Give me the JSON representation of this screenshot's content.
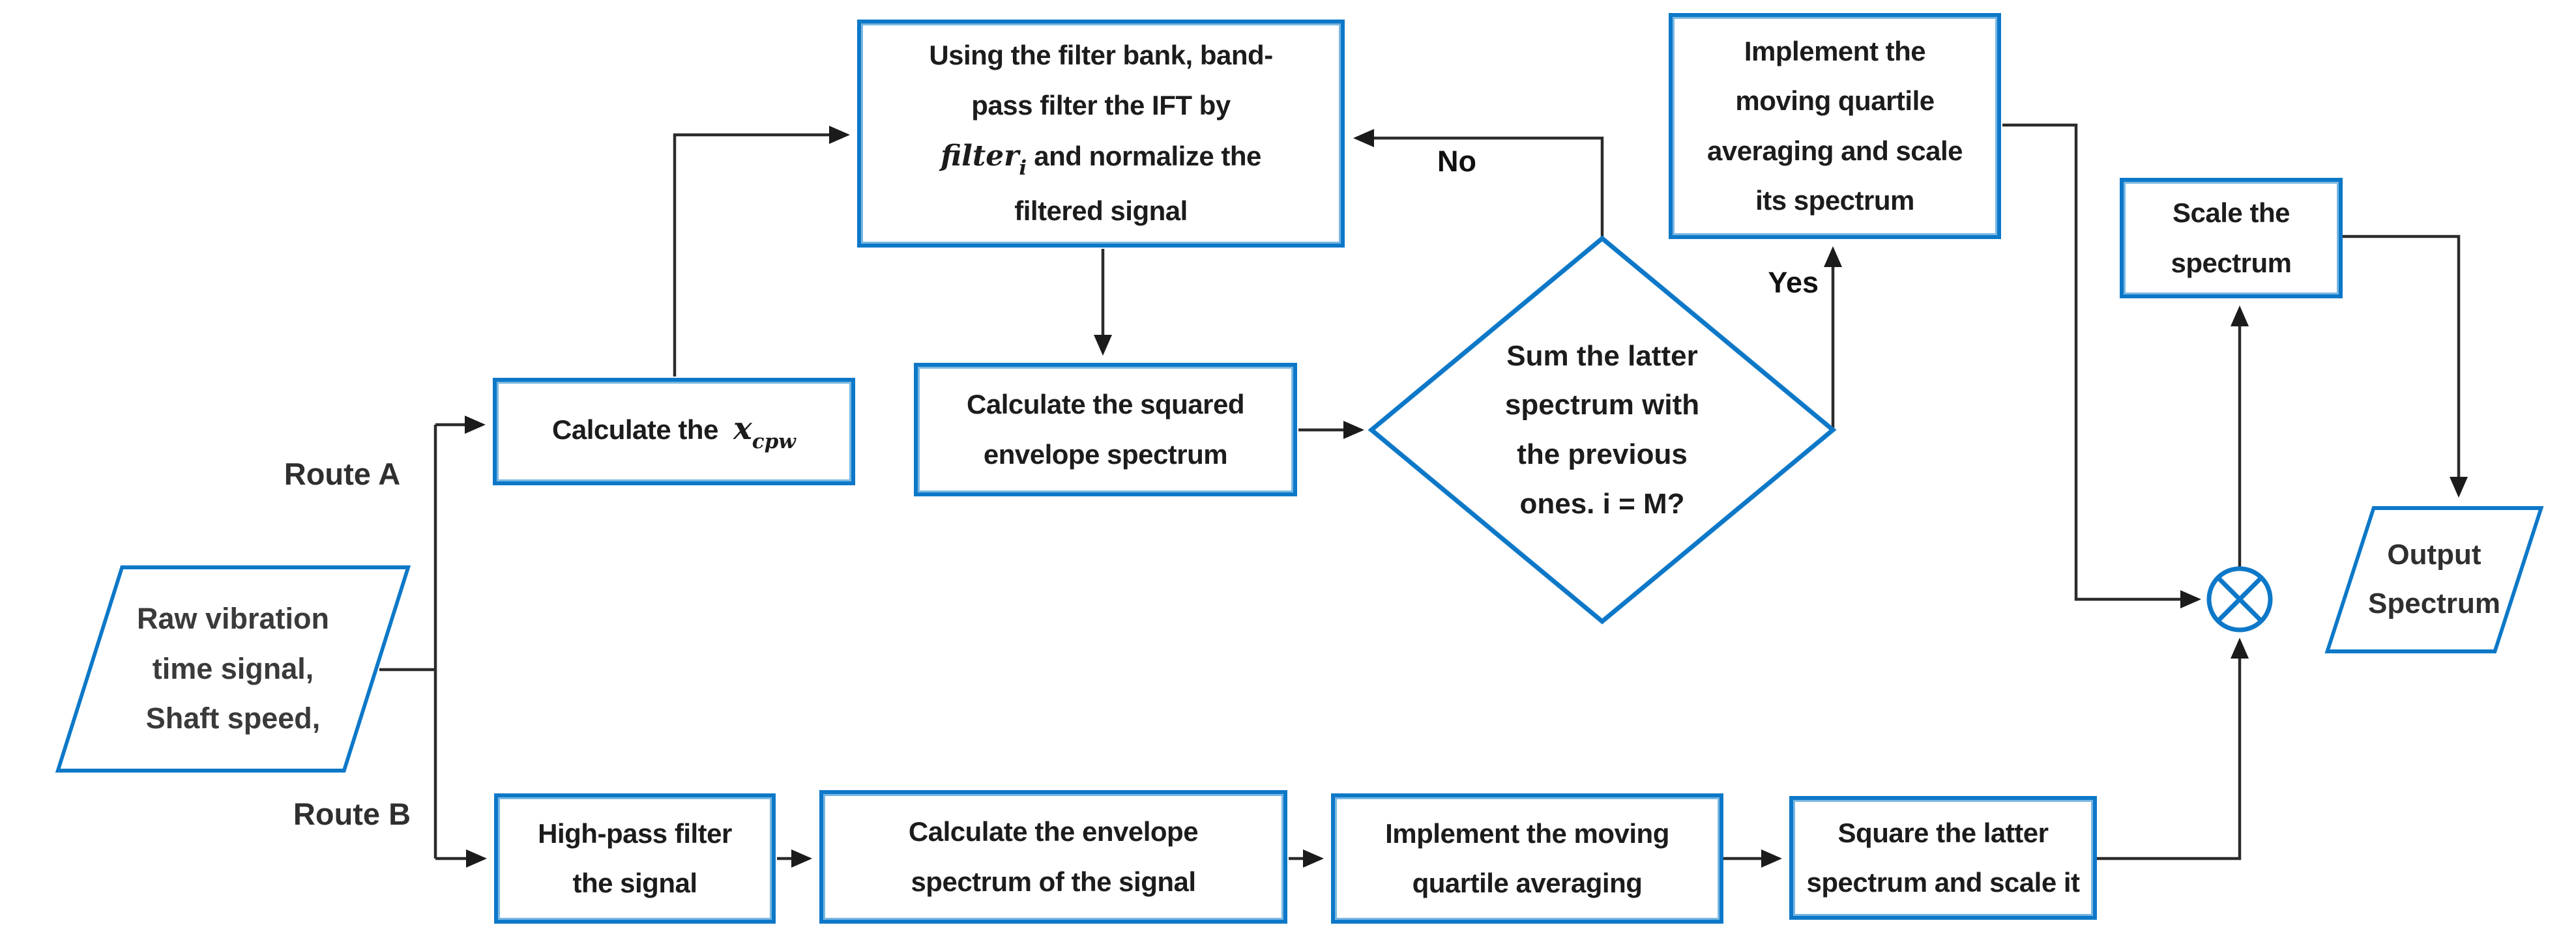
{
  "colors": {
    "accent_blue": "#0d78c8",
    "accent_blue_light": "#79b7e2",
    "connector_black": "#262626",
    "text_dark": "#1c1c1c"
  },
  "flowchart": {
    "input_node": {
      "line1": "Raw vibration",
      "line2": "time signal,",
      "line3": "Shaft speed,"
    },
    "route_a_label": "Route A",
    "route_b_label": "Route B",
    "calc_xcpw_box": {
      "prefix": "Calculate the",
      "var": "x",
      "sub": "cpw"
    },
    "filter_bank_box": {
      "line1": "Using the filter bank, band-",
      "line2": "pass filter the IFT by",
      "var": "filter",
      "sub": "i",
      "line3_after": " and normalize the",
      "line4": "filtered signal"
    },
    "squared_envelope_box": {
      "line1": "Calculate the squared",
      "line2": "envelope spectrum"
    },
    "decision_diamond": {
      "line1": "Sum the latter",
      "line2": "spectrum with",
      "line3": "the previous",
      "line4": "ones. i = M?"
    },
    "no_label": "No",
    "yes_label": "Yes",
    "implement_scale_box": {
      "line1": "Implement the",
      "line2": "moving quartile",
      "line3": "averaging and scale",
      "line4": "its spectrum"
    },
    "scale_spectrum_box": {
      "line1": "Scale the",
      "line2": "spectrum"
    },
    "output_node": {
      "line1": "Output",
      "line2": "Spectrum"
    },
    "highpass_box": {
      "line1": "High-pass filter",
      "line2": "the signal"
    },
    "envelope_box": {
      "line1": "Calculate the envelope",
      "line2": "spectrum of the signal"
    },
    "quartile_box": {
      "line1": "Implement the moving",
      "line2": "quartile averaging"
    },
    "square_box": {
      "line1": "Square the latter",
      "line2": "spectrum and scale it"
    }
  }
}
